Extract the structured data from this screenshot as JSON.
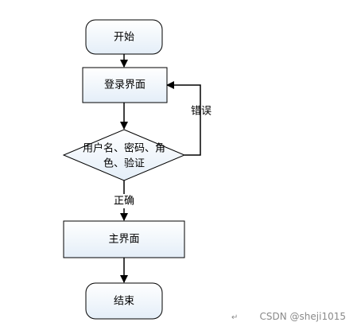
{
  "diagram": {
    "nodes": {
      "start": {
        "label": "开始",
        "shape": "rounded-rect"
      },
      "login": {
        "label": "登录界面",
        "shape": "rect"
      },
      "verify": {
        "line1": "用户名、密码、角",
        "line2": "色、验证",
        "shape": "diamond"
      },
      "main": {
        "label": "主界面",
        "shape": "rect"
      },
      "end": {
        "label": "结束",
        "shape": "rounded-rect"
      }
    },
    "edges": {
      "error_label": "错误",
      "correct_label": "正确"
    },
    "colors": {
      "node_fill_top": "#ffffff",
      "node_fill_bottom": "#e4eef8",
      "stroke": "#000000"
    }
  },
  "footer": {
    "return_mark": "↵",
    "watermark": "CSDN @sheji1015"
  }
}
